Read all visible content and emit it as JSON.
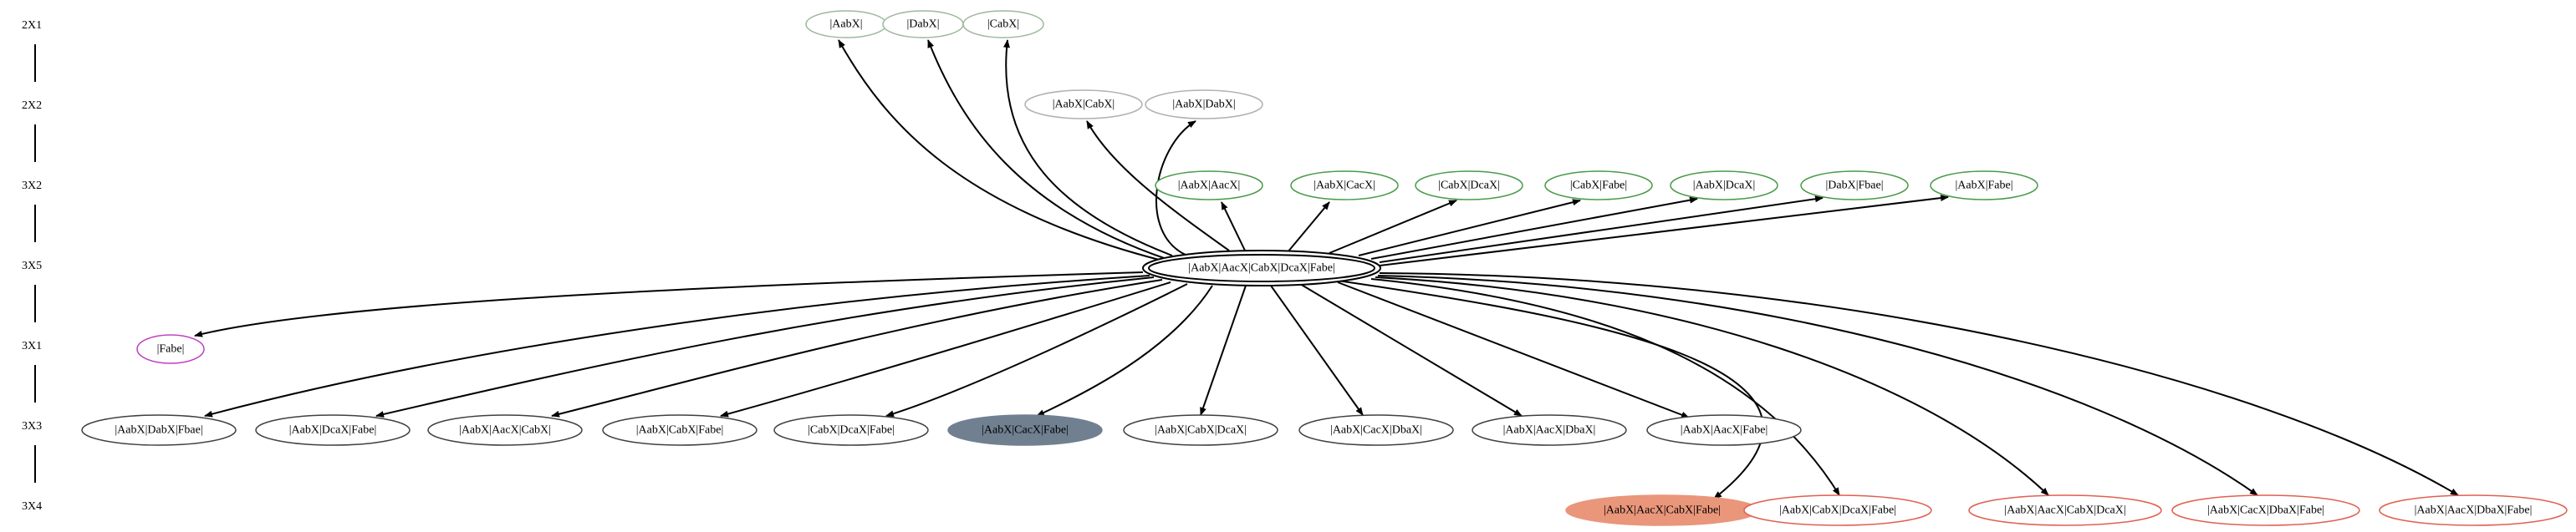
{
  "ranks": [
    {
      "label": "2X1"
    },
    {
      "label": "2X2"
    },
    {
      "label": "3X2"
    },
    {
      "label": "3X5"
    },
    {
      "label": "3X1"
    },
    {
      "label": "3X3"
    },
    {
      "label": "3X4"
    }
  ],
  "root": {
    "label": "|AabX|AacX|CabX|DcaX|Fabe|"
  },
  "nodes": [
    {
      "id": "n1",
      "label": "|AabX|",
      "stroke": "#9db89d",
      "fill": "none"
    },
    {
      "id": "n2",
      "label": "|DabX|",
      "stroke": "#9db89d",
      "fill": "none"
    },
    {
      "id": "n3",
      "label": "|CabX|",
      "stroke": "#9db89d",
      "fill": "none"
    },
    {
      "id": "n4",
      "label": "|AabX|CabX|",
      "stroke": "#b0b0b0",
      "fill": "none"
    },
    {
      "id": "n5",
      "label": "|AabX|DabX|",
      "stroke": "#b0b0b0",
      "fill": "none"
    },
    {
      "id": "n6",
      "label": "|AabX|AacX|",
      "stroke": "#4a9a4a",
      "fill": "none"
    },
    {
      "id": "n7",
      "label": "|AabX|CacX|",
      "stroke": "#4a9a4a",
      "fill": "none"
    },
    {
      "id": "n8",
      "label": "|CabX|DcaX|",
      "stroke": "#4a9a4a",
      "fill": "none"
    },
    {
      "id": "n9",
      "label": "|CabX|Fabe|",
      "stroke": "#4a9a4a",
      "fill": "none"
    },
    {
      "id": "n10",
      "label": "|AabX|DcaX|",
      "stroke": "#4a9a4a",
      "fill": "none"
    },
    {
      "id": "n11",
      "label": "|DabX|Fbae|",
      "stroke": "#4a9a4a",
      "fill": "none"
    },
    {
      "id": "n12",
      "label": "|AabX|Fabe|",
      "stroke": "#4a9a4a",
      "fill": "none"
    },
    {
      "id": "n13",
      "label": "|Fabe|",
      "stroke": "#c040c0",
      "fill": "none"
    },
    {
      "id": "n14",
      "label": "|AabX|DabX|Fbae|",
      "stroke": "#404040",
      "fill": "none"
    },
    {
      "id": "n15",
      "label": "|AabX|DcaX|Fabe|",
      "stroke": "#404040",
      "fill": "none"
    },
    {
      "id": "n16",
      "label": "|AabX|AacX|CabX|",
      "stroke": "#404040",
      "fill": "none"
    },
    {
      "id": "n17",
      "label": "|AabX|CabX|Fabe|",
      "stroke": "#404040",
      "fill": "none"
    },
    {
      "id": "n18",
      "label": "|CabX|DcaX|Fabe|",
      "stroke": "#404040",
      "fill": "none"
    },
    {
      "id": "n19",
      "label": "|AabX|CacX|Fabe|",
      "stroke": "#708090",
      "fill": "#708090"
    },
    {
      "id": "n20",
      "label": "|AabX|CabX|DcaX|",
      "stroke": "#404040",
      "fill": "none"
    },
    {
      "id": "n21",
      "label": "|AabX|CacX|DbaX|",
      "stroke": "#404040",
      "fill": "none"
    },
    {
      "id": "n22",
      "label": "|AabX|AacX|DbaX|",
      "stroke": "#404040",
      "fill": "none"
    },
    {
      "id": "n23",
      "label": "|AabX|AacX|Fabe|",
      "stroke": "#404040",
      "fill": "none"
    },
    {
      "id": "n24",
      "label": "|AabX|AacX|CabX|Fabe|",
      "stroke": "#e9967a",
      "fill": "#e9967a"
    },
    {
      "id": "n25",
      "label": "|AabX|CabX|DcaX|Fabe|",
      "stroke": "#e06050",
      "fill": "none"
    },
    {
      "id": "n26",
      "label": "|AabX|AacX|CabX|DcaX|",
      "stroke": "#e06050",
      "fill": "none"
    },
    {
      "id": "n27",
      "label": "|AabX|CacX|DbaX|Fabe|",
      "stroke": "#e06050",
      "fill": "none"
    },
    {
      "id": "n28",
      "label": "|AabX|AacX|DbaX|Fabe|",
      "stroke": "#e06050",
      "fill": "none"
    }
  ]
}
